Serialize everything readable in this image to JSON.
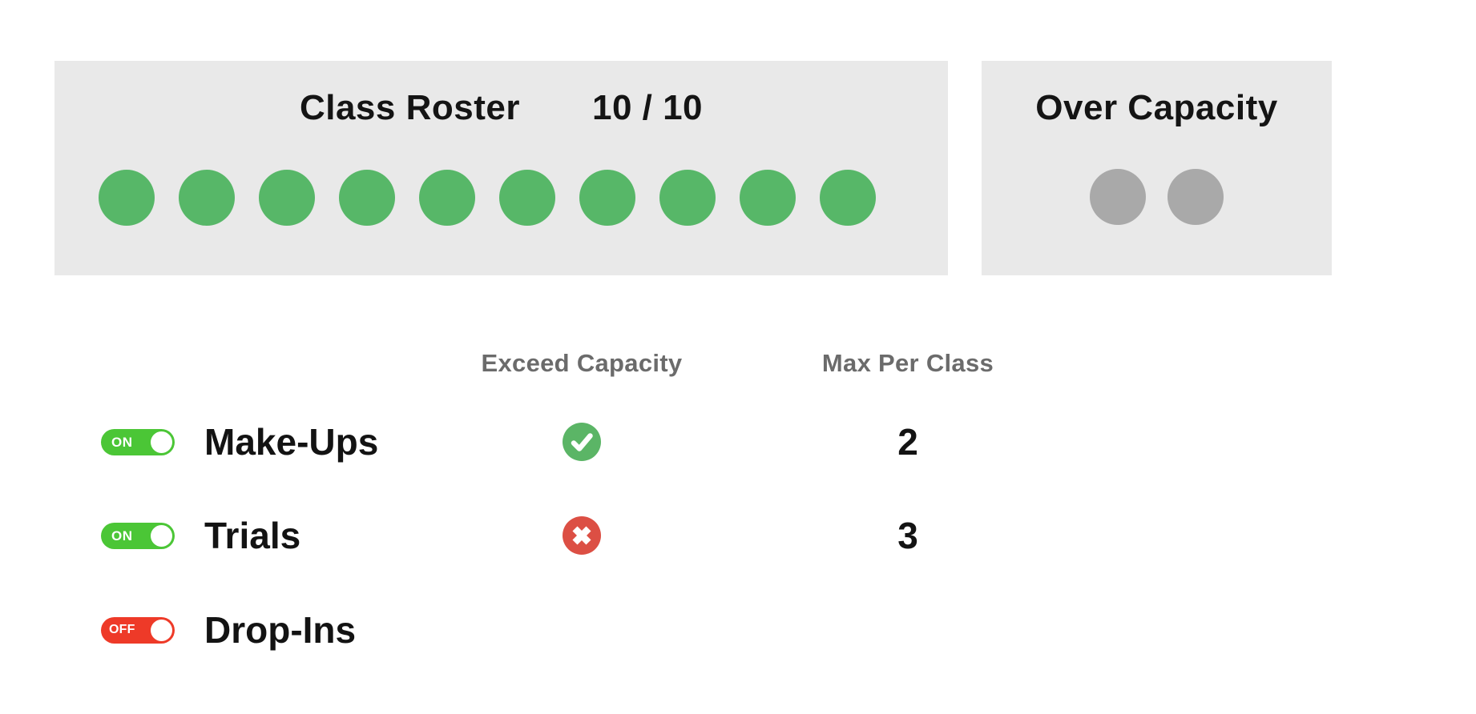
{
  "colors": {
    "panel_bg": "#e9e9e9",
    "roster_dot": "#57b768",
    "over_dot": "#a9a9a9",
    "toggle_on": "#4bc636",
    "toggle_off": "#ee3a28",
    "check_bg": "#5bb566",
    "cross_bg": "#dc4f44",
    "header_text": "#6b6b6b",
    "text": "#131313"
  },
  "roster_panel": {
    "title": "Class Roster",
    "count": "10 / 10",
    "dots_filled": 10
  },
  "over_capacity_panel": {
    "title": "Over Capacity",
    "dots": 2
  },
  "settings": {
    "headers": {
      "exceed": "Exceed Capacity",
      "max": "Max Per Class"
    },
    "rows": [
      {
        "id": "make-ups",
        "label": "Make-Ups",
        "toggle": "ON",
        "exceed": "check",
        "max_per_class": "2"
      },
      {
        "id": "trials",
        "label": "Trials",
        "toggle": "ON",
        "exceed": "cross",
        "max_per_class": "3"
      },
      {
        "id": "drop-ins",
        "label": "Drop-Ins",
        "toggle": "OFF",
        "exceed": "none",
        "max_per_class": ""
      }
    ]
  }
}
